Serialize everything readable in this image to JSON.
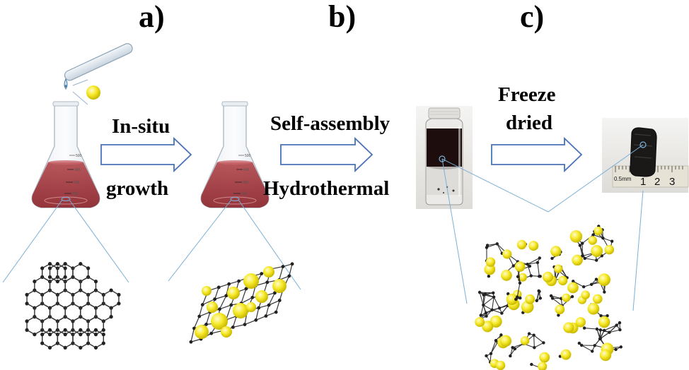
{
  "panels": {
    "a": "a)",
    "b": "b)",
    "c": "c)"
  },
  "steps": {
    "insitu_line1": "In-situ",
    "insitu_line2": "growth",
    "selfassembly_line1": "Self-assembly",
    "selfassembly_line2": "Hydrothermal",
    "freeze_line1": "Freeze",
    "freeze_line2": "dried"
  },
  "flask_marks": [
    "500",
    "400",
    "300",
    "200"
  ],
  "ruler": {
    "unit": "0.5mm",
    "numbers": [
      "1",
      "2",
      "3"
    ]
  },
  "colors": {
    "solution": "#9e2b31",
    "nanoparticle": "#f4e81a",
    "arrow_stroke": "#4a72b8",
    "zoom_line": "#7ab0d6",
    "carbon_atom": "#222222"
  }
}
